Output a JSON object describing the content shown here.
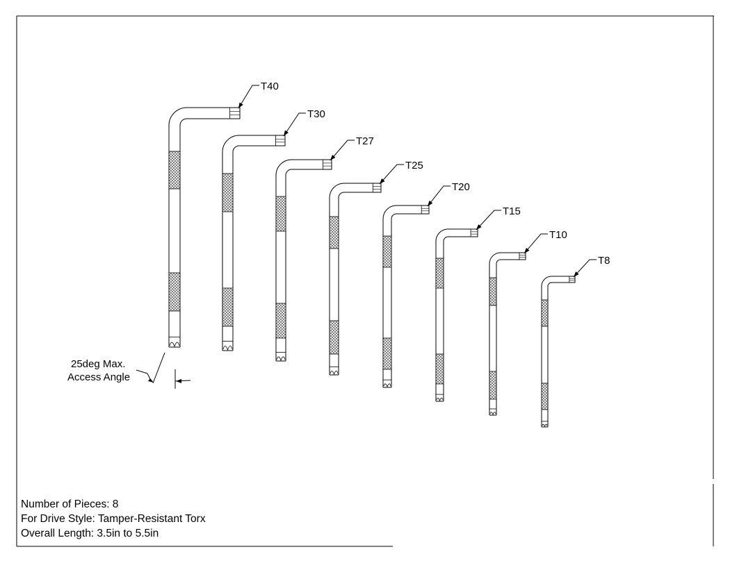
{
  "keys": [
    {
      "label": "T40"
    },
    {
      "label": "T30"
    },
    {
      "label": "T27"
    },
    {
      "label": "T25"
    },
    {
      "label": "T20"
    },
    {
      "label": "T15"
    },
    {
      "label": "T10"
    },
    {
      "label": "T8"
    }
  ],
  "angle_note": {
    "line1": "25deg Max.",
    "line2": "Access Angle"
  },
  "specs": {
    "pieces": "Number of Pieces: 8",
    "drive_style": "For Drive Style: Tamper-Resistant Torx",
    "length": "Overall Length: 3.5in to 5.5in"
  }
}
